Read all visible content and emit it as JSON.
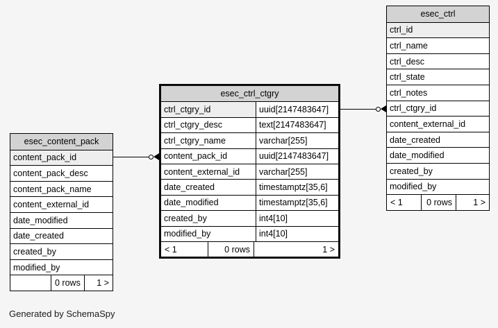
{
  "page": {
    "credit": "Generated by SchemaSpy",
    "background_color": "#f5f5f5"
  },
  "colors": {
    "table_header_bg": "#d3d3d3",
    "primary_key_bg": "#eeeeee",
    "row_bg": "#ffffff",
    "border": "#000000"
  },
  "tables": [
    {
      "name": "esec_content_pack",
      "emphasized": false,
      "columns": [
        {
          "name": "content_pack_id",
          "pk": true
        },
        {
          "name": "content_pack_desc",
          "pk": false
        },
        {
          "name": "content_pack_name",
          "pk": false
        },
        {
          "name": "content_external_id",
          "pk": false
        },
        {
          "name": "date_modified",
          "pk": false
        },
        {
          "name": "date_created",
          "pk": false
        },
        {
          "name": "created_by",
          "pk": false
        },
        {
          "name": "modified_by",
          "pk": false
        }
      ],
      "footer": {
        "left": "",
        "rows": "0 rows",
        "right": "1 >"
      }
    },
    {
      "name": "esec_ctrl_ctgry",
      "emphasized": true,
      "columns": [
        {
          "name": "ctrl_ctgry_id",
          "type": "uuid[2147483647]",
          "pk": true
        },
        {
          "name": "ctrl_ctgry_desc",
          "type": "text[2147483647]",
          "pk": false
        },
        {
          "name": "ctrl_ctgry_name",
          "type": "varchar[255]",
          "pk": false
        },
        {
          "name": "content_pack_id",
          "type": "uuid[2147483647]",
          "pk": false
        },
        {
          "name": "content_external_id",
          "type": "varchar[255]",
          "pk": false
        },
        {
          "name": "date_created",
          "type": "timestamptz[35,6]",
          "pk": false
        },
        {
          "name": "date_modified",
          "type": "timestamptz[35,6]",
          "pk": false
        },
        {
          "name": "created_by",
          "type": "int4[10]",
          "pk": false
        },
        {
          "name": "modified_by",
          "type": "int4[10]",
          "pk": false
        }
      ],
      "footer": {
        "left": "< 1",
        "rows": "0 rows",
        "right": "1 >"
      }
    },
    {
      "name": "esec_ctrl",
      "emphasized": false,
      "columns": [
        {
          "name": "ctrl_id",
          "pk": true
        },
        {
          "name": "ctrl_name",
          "pk": false
        },
        {
          "name": "ctrl_desc",
          "pk": false
        },
        {
          "name": "ctrl_state",
          "pk": false
        },
        {
          "name": "ctrl_notes",
          "pk": false
        },
        {
          "name": "ctrl_ctgry_id",
          "pk": false
        },
        {
          "name": "content_external_id",
          "pk": false
        },
        {
          "name": "date_created",
          "pk": false
        },
        {
          "name": "date_modified",
          "pk": false
        },
        {
          "name": "created_by",
          "pk": false
        },
        {
          "name": "modified_by",
          "pk": false
        }
      ],
      "footer": {
        "left": "< 1",
        "rows": "0 rows",
        "right": "1 >"
      }
    }
  ],
  "relationships": [
    {
      "from_table": "esec_content_pack",
      "from_column": "content_pack_id",
      "to_table": "esec_ctrl_ctgry",
      "to_column": "content_pack_id"
    },
    {
      "from_table": "esec_ctrl_ctgry",
      "from_column": "ctrl_ctgry_id",
      "to_table": "esec_ctrl",
      "to_column": "ctrl_ctgry_id"
    }
  ]
}
